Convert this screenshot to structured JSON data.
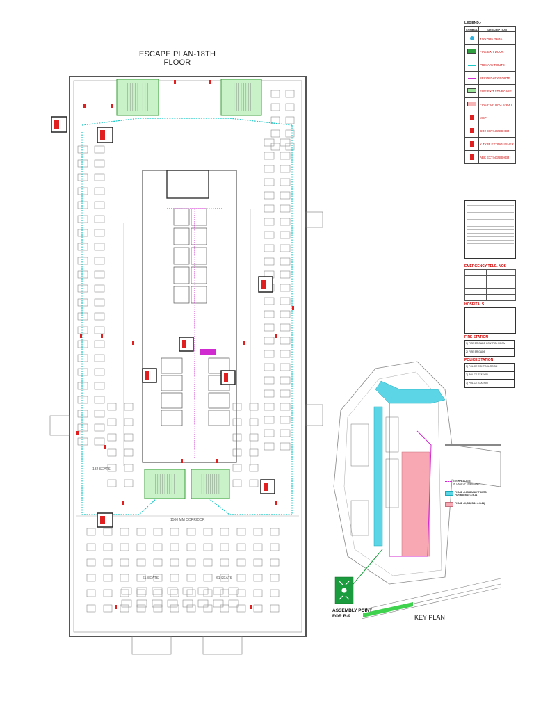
{
  "title": "ESCAPE PLAN-18TH FLOOR",
  "legend": {
    "heading": "LEGEND:-",
    "col_symbol": "SYMBOL",
    "col_description": "DESCRIPTION",
    "items": [
      {
        "label": "YOU ARE HERE",
        "icon": "you-are-here-icon",
        "color": "#2bb0e0"
      },
      {
        "label": "FIRE EXIT DOOR",
        "icon": "fire-exit-door-icon",
        "color": "#2e9e3e"
      },
      {
        "label": "PRIMARY ROUTE",
        "icon": "primary-route-icon",
        "color": "#19c7c7"
      },
      {
        "label": "SECONDARY ROUTE",
        "icon": "secondary-route-icon",
        "color": "#d02bd0"
      },
      {
        "label": "FIRE EXIT STAIRCASE",
        "icon": "fire-exit-staircase-icon",
        "color": "#9be39b"
      },
      {
        "label": "FIRE FIGHTING SHAFT",
        "icon": "fire-fighting-shaft-icon",
        "color": "#f7b5b5"
      },
      {
        "label": "MCP",
        "icon": "mcp-icon",
        "color": "#e02020"
      },
      {
        "label": "CO2 EXTINGUISHER",
        "icon": "co2-extinguisher-icon",
        "color": "#e02020"
      },
      {
        "label": "K TYPE  EXTINGUISHER",
        "icon": "k-type-extinguisher-icon",
        "color": "#e02020"
      },
      {
        "label": "ABC EXTINGUISHER",
        "icon": "abc-extinguisher-icon",
        "color": "#e02020"
      }
    ]
  },
  "emergency": {
    "title": "EMERGENCY TELE. NOS",
    "hospitals": "HOSPITALS",
    "fire_station": "FIRE STATION",
    "fire_rows": [
      "1) FIRE BRIGADE CONTROL ROOM",
      "2) FIRE BRIGADE"
    ],
    "police_station": "POLICE STATION",
    "police_rows": [
      "1) POLICE CONTROL ROOM",
      "2) POLICE STATION",
      "3) POLICE STATION"
    ]
  },
  "plan": {
    "corridor_label": "1500 MM CORRIDOR",
    "seats_132": "132 SEATS",
    "seats_61a": "61 SEATS",
    "seats_61b": "61 SEATS"
  },
  "keyplan": {
    "title": "KEY PLAN",
    "assembly_label": "ASSEMBLY POINT  FOR B-9",
    "escape_route_line1": "ESCAPE ROUTE",
    "escape_route_line2": "IN CASE OF EMERGENCY",
    "phase1": "PHASE - I ASSEMBLY POINTS FOR B-8, B-10 & B-11",
    "phase2": "PHASE - II (B-8, B-10 & B-11)"
  },
  "colors": {
    "wall": "#555555",
    "fire_exit": "#2e9e3e",
    "primary_route": "#19c7c7",
    "secondary_route": "#d02bd0",
    "staircase": "#9be39b",
    "shaft": "#f7b5b5",
    "alarm": "#e02020",
    "assembly": "#1a9b3d"
  }
}
